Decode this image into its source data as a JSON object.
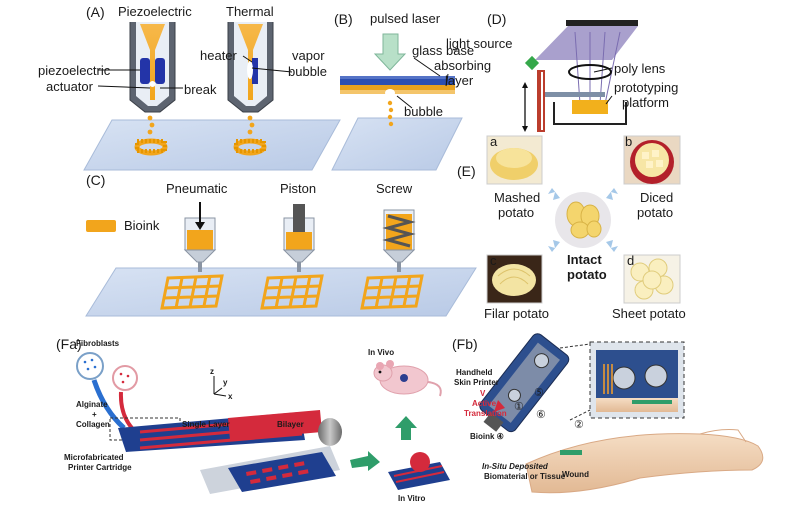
{
  "panelA": {
    "tag": "(A)",
    "title_left": "Piezoelectric",
    "title_right": "Thermal",
    "actuator_1": "piezoelectric",
    "actuator_2": "actuator",
    "break": "break",
    "heater": "heater",
    "vapor_1": "vapor",
    "vapor_2": "bubble"
  },
  "panelB": {
    "tag": "(B)",
    "laser": "pulsed laser",
    "glass": "glass base",
    "absorb_1": "absorbing",
    "absorb_2": "layer",
    "bubble": "bubble"
  },
  "panelC": {
    "tag": "(C)",
    "pneumatic": "Pneumatic",
    "piston": "Piston",
    "screw": "Screw",
    "bioink": "Bioink"
  },
  "panelD": {
    "tag": "(D)",
    "light": "light source",
    "lens": "poly lens",
    "platform_1": "prototyping",
    "platform_2": "platform"
  },
  "panelE": {
    "tag": "(E)",
    "a": "a",
    "b": "b",
    "c": "c",
    "d": "d",
    "mashed_1": "Mashed",
    "mashed_2": "potato",
    "diced_1": "Diced",
    "diced_2": "potato",
    "intact_1": "Intact",
    "intact_2": "potato",
    "filar": "Filar potato",
    "sheet": "Sheet potato"
  },
  "panelFa": {
    "tag": "(Fa)",
    "fibro": "Fibroblasts",
    "alg_1": "Alginate",
    "alg_2": "+",
    "alg_3": "Collagen",
    "single": "Single Layer",
    "bilayer": "Bilayer",
    "micro_1": "Microfabricated",
    "micro_2": "Printer Cartridge",
    "invivo": "In Vivo",
    "invitro": "In Vitro",
    "axis_z": "z",
    "axis_y": "y",
    "axis_x": "x"
  },
  "panelFb": {
    "tag": "(Fb)",
    "hand_1": "Handheld",
    "hand_2": "Skin Printer",
    "v": "V",
    "act_1": "Active",
    "act_2": "Translation",
    "n1": "①",
    "n2": "②",
    "n5": "⑤",
    "n6": "⑥",
    "bioink": "Bioink ④",
    "insitu_1": "In-Situ Deposited",
    "insitu_2": "Biomaterial or Tissue",
    "wound": "Wound"
  },
  "colors": {
    "ink": "#f2a51c",
    "substrate": "#c9d6ec",
    "blue": "#1f3f8f",
    "red": "#d42a3c",
    "arrow": "#9fc3e4",
    "green": "#2f9d6a"
  }
}
